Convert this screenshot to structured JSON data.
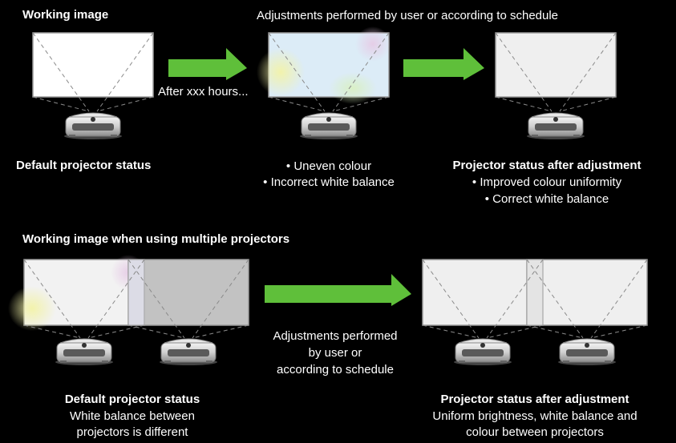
{
  "colors": {
    "background": "#000000",
    "arrow": "#5fbf3a",
    "screen_white": "#ffffff",
    "screen_uneven": "#dcecf7",
    "screen_adjusted": "#efefef",
    "projector_body": "#c9c9c9"
  },
  "top": {
    "heading": "Working image",
    "banner": "Adjustments performed by user or according to schedule",
    "arrow_label": "After xxx hours...",
    "left_caption": "Default projector status",
    "middle_bullets": [
      "• Uneven colour",
      "• Incorrect white balance"
    ],
    "right_caption": "Projector status after adjustment",
    "right_bullets": [
      "• Improved colour uniformity",
      "• Correct white balance"
    ]
  },
  "bottom": {
    "heading": "Working image when using multiple projectors",
    "arrow_label": [
      "Adjustments performed",
      "by user or",
      "according to schedule"
    ],
    "left_caption": "Default projector status",
    "left_sub": [
      "White balance between",
      "projectors is different"
    ],
    "right_caption": "Projector status after adjustment",
    "right_sub": [
      "Uniform brightness, white balance and",
      "colour between projectors"
    ]
  },
  "icons": [
    "projector-icon",
    "projection-screen",
    "right-arrow-icon"
  ]
}
